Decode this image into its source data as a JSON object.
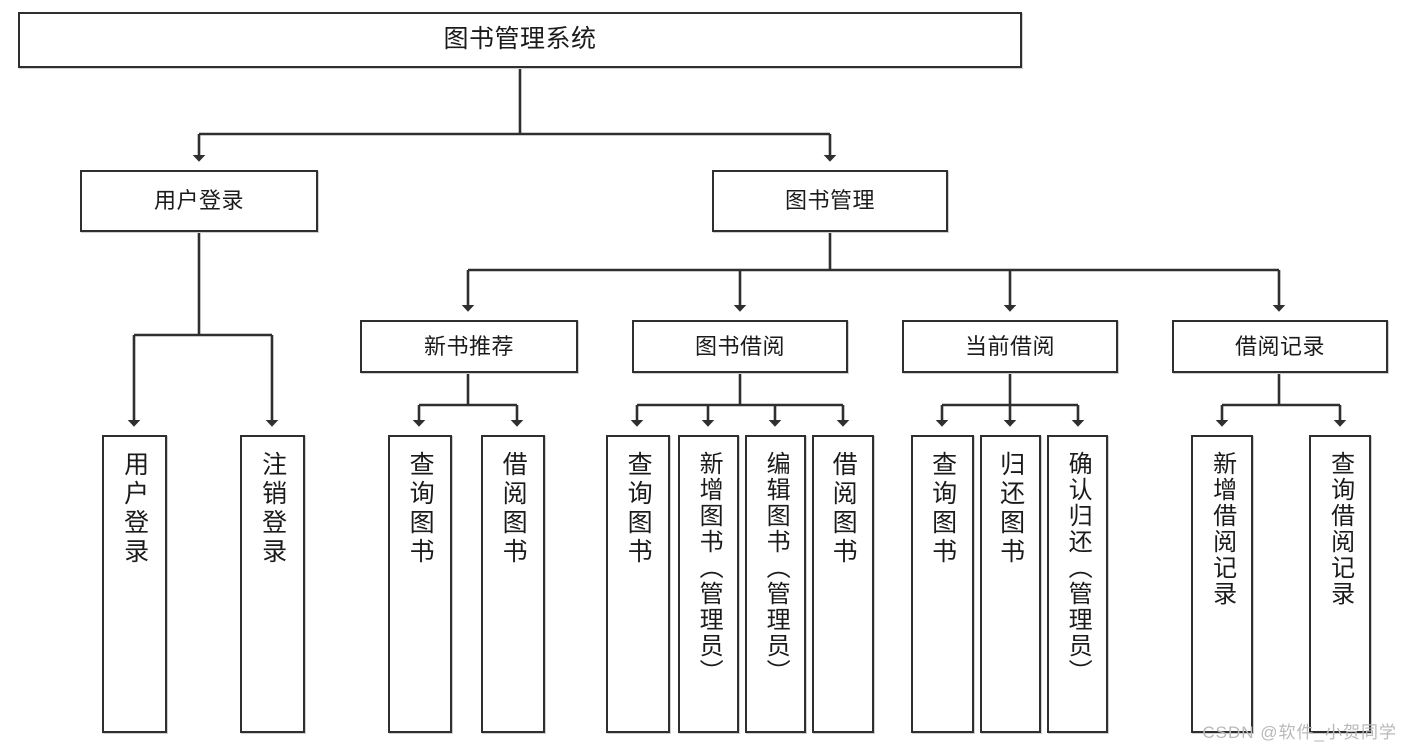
{
  "diagram": {
    "title": "图书管理系统",
    "type": "tree",
    "watermark": "CSDN @软件_小贺同学",
    "colors": {
      "background": "#ffffff",
      "box_fill": "#ffffff",
      "box_border": "#2f2f2f",
      "connector": "#2f2f2f",
      "text": "#1b1b1b",
      "watermark": "#b9b9b9"
    },
    "root": {
      "label": "图书管理系统"
    },
    "level2": [
      {
        "label": "用户登录"
      },
      {
        "label": "图书管理"
      }
    ],
    "level3": [
      {
        "label": "新书推荐"
      },
      {
        "label": "图书借阅"
      },
      {
        "label": "当前借阅"
      },
      {
        "label": "借阅记录"
      }
    ],
    "leaves": {
      "user_login": [
        {
          "label": "用户登录"
        },
        {
          "label": "注销登录"
        }
      ],
      "new_book_recommend": [
        {
          "label": "查询图书"
        },
        {
          "label": "借阅图书"
        }
      ],
      "book_borrow": [
        {
          "label": "查询图书"
        },
        {
          "label": "新增图书（管理员）"
        },
        {
          "label": "编辑图书（管理员）"
        },
        {
          "label": "借阅图书"
        }
      ],
      "current_borrow": [
        {
          "label": "查询图书"
        },
        {
          "label": "归还图书"
        },
        {
          "label": "确认归还（管理员）"
        }
      ],
      "borrow_record": [
        {
          "label": "新增借阅记录"
        },
        {
          "label": "查询借阅记录"
        }
      ]
    }
  }
}
